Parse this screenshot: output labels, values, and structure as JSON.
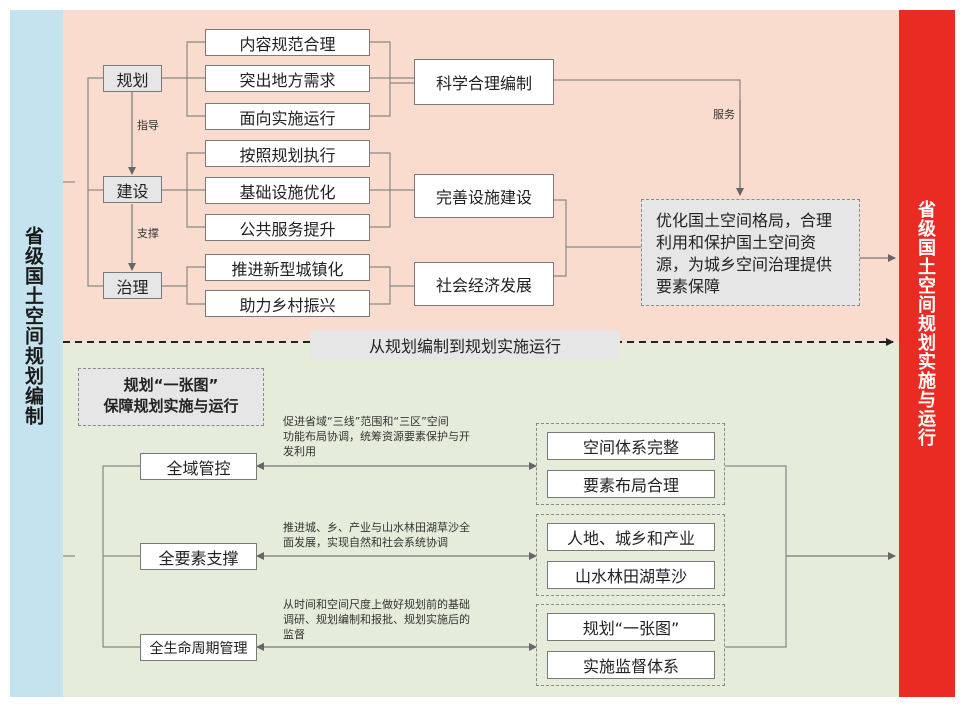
{
  "left_band": {
    "label": "省级国土空间规划编制"
  },
  "right_band": {
    "label": "省级国土空间规划实施与运行"
  },
  "top": {
    "stages": {
      "plan": "规划",
      "build": "建设",
      "govern": "治理"
    },
    "stage_links": {
      "guide": "指导",
      "support": "支撑"
    },
    "plan_items": [
      "内容规范合理",
      "突出地方需求",
      "面向实施运行"
    ],
    "build_items": [
      "按照规划执行",
      "基础设施优化",
      "公共服务提升"
    ],
    "govern_items": [
      "推进新型城镇化",
      "助力乡村振兴"
    ],
    "results": {
      "plan": "科学合理编制",
      "build": "完善设施建设",
      "govern": "社会经济发展"
    },
    "service_label": "服务",
    "summary": "优化国土空间格局，合理利用和保护国土空间资源，为城乡空间治理提供要素保障"
  },
  "divider": {
    "label": "从规划编制到规划实施运行"
  },
  "bottom": {
    "title_line1": "规划“一张图”",
    "title_line2": "保障规划实施与运行",
    "rows": [
      {
        "name": "全域管控",
        "desc_lines": [
          "促进省域“三线”范围和“三区”空间",
          "功能布局协调，统筹资源要素保护与开",
          "发利用"
        ],
        "outcomes": [
          "空间体系完整",
          "要素布局合理"
        ]
      },
      {
        "name": "全要素支撑",
        "desc_lines": [
          "推进城、乡、产业与山水林田湖草沙全",
          "面发展，实现自然和社会系统协调"
        ],
        "outcomes": [
          "人地、城乡和产业",
          "山水林田湖草沙"
        ]
      },
      {
        "name": "全生命周期管理",
        "desc_lines": [
          "从时间和空间尺度上做好规划前的基础",
          "调研、规划编制和报批、规划实施后的",
          "监督"
        ],
        "outcomes": [
          "规划“一张图”",
          "实施监督体系"
        ]
      }
    ]
  },
  "colors": {
    "top_bg": "#f9dccd",
    "bottom_bg": "#e5ecd9",
    "left_band": "#c5e3ef",
    "right_band": "#ea2b24"
  }
}
